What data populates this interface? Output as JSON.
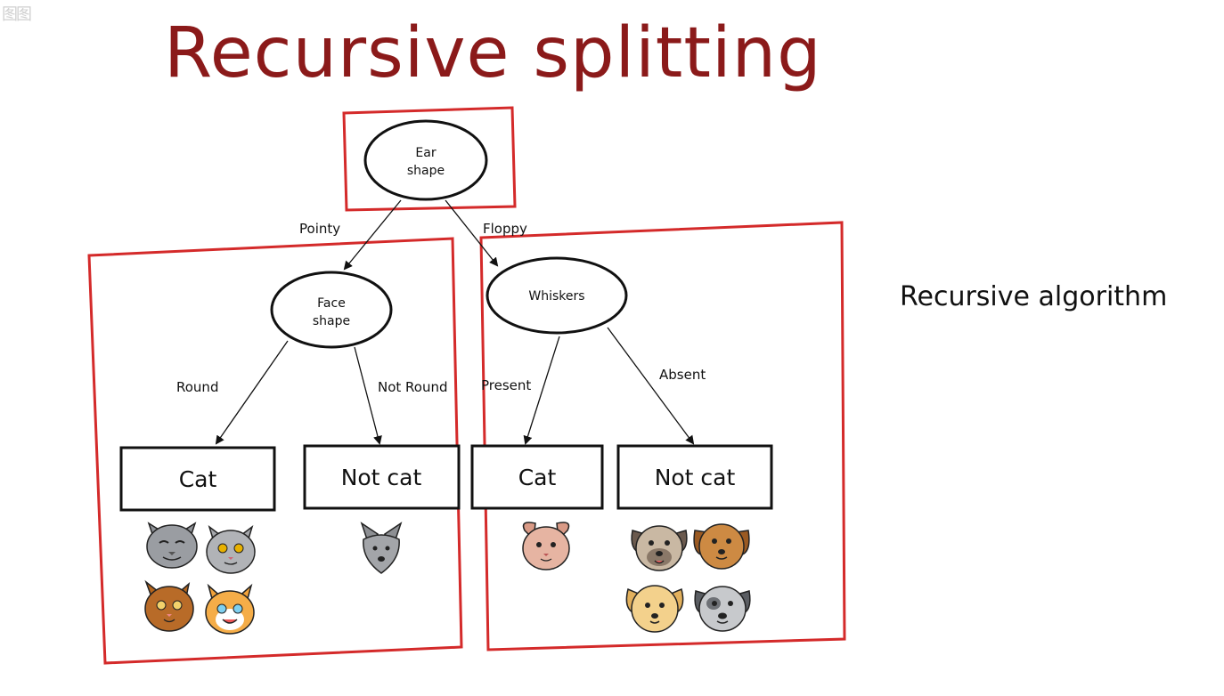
{
  "watermark": "图图",
  "slide": {
    "title": "Recursive splitting",
    "side_note": "Recursive algorithm"
  },
  "diagram": {
    "root": {
      "line1": "Ear",
      "line2": "shape"
    },
    "face_node": {
      "line1": "Face",
      "line2": "shape"
    },
    "whiskers_node": {
      "label": "Whiskers"
    },
    "edges": {
      "pointy": "Pointy",
      "floppy": "Floppy",
      "round": "Round",
      "not_round": "Not Round",
      "present": "Present",
      "absent": "Absent"
    },
    "leaves": {
      "cat_left": "Cat",
      "not_cat_left": "Not cat",
      "cat_right": "Cat",
      "not_cat_right": "Not cat"
    },
    "highlight_color": "#d42a2a",
    "animal_icons": [
      "cat-face-icon",
      "cat-face-icon",
      "cat-face-icon",
      "cat-face-icon",
      "cat-face-icon",
      "dog-face-icon",
      "dog-face-icon",
      "dog-face-icon",
      "dog-face-icon",
      "dog-face-icon"
    ]
  }
}
